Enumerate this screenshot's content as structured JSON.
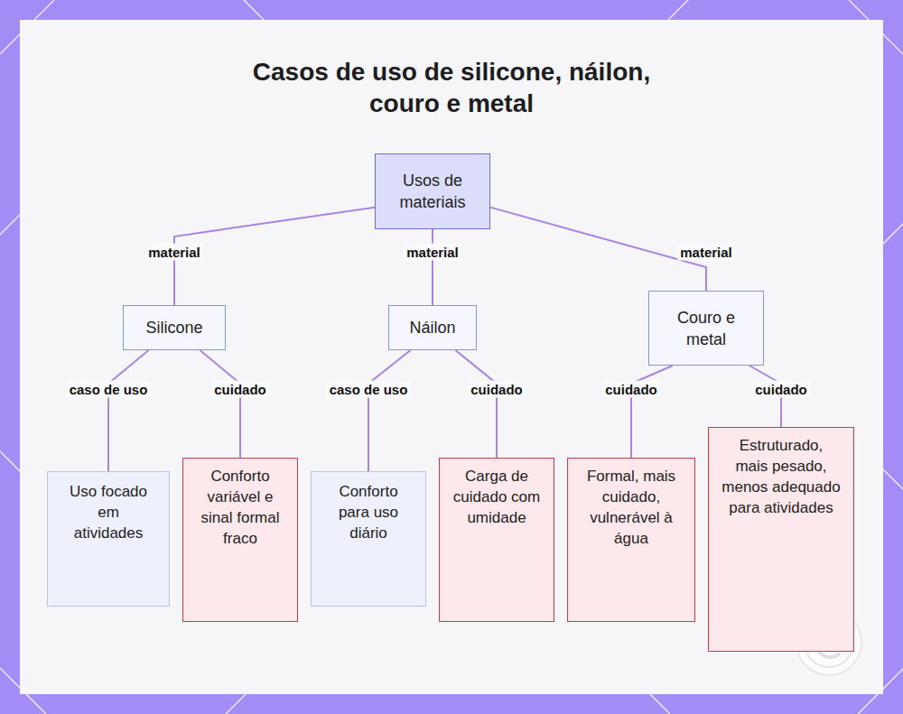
{
  "diagram": {
    "title": "Casos de uso de silicone, náilon, couro e metal",
    "nodes": [
      {
        "text": [
          "Usos de materiais"
        ]
      },
      {
        "text": [
          "Silicone"
        ]
      },
      {
        "text": [
          "Náilon"
        ]
      },
      {
        "text": [
          "Couro e metal"
        ]
      },
      {
        "text": [
          "Uso focado em atividades"
        ]
      },
      {
        "text": [
          "Conforto variável e sinal formal fraco"
        ]
      },
      {
        "text": [
          "Conforto para uso diário"
        ]
      },
      {
        "text": [
          "Carga de cuidado com umidade"
        ]
      },
      {
        "text": [
          "Formal, mais cuidado, vulnerável à água"
        ]
      },
      {
        "text": [
          "Estruturado, mais pesado, menos adequado para atividades"
        ]
      }
    ],
    "edges": [
      {
        "from": 0,
        "to": 1,
        "arrow": "none",
        "label": "material"
      },
      {
        "from": 0,
        "to": 2,
        "arrow": "none",
        "label": "material"
      },
      {
        "from": 0,
        "to": 3,
        "arrow": "none",
        "label": "material"
      },
      {
        "from": 1,
        "to": 4,
        "arrow": "none",
        "label": "caso de uso"
      },
      {
        "from": 1,
        "to": 5,
        "arrow": "none",
        "label": "cuidado"
      },
      {
        "from": 2,
        "to": 6,
        "arrow": "none",
        "label": "caso de uso"
      },
      {
        "from": 2,
        "to": 7,
        "arrow": "none",
        "label": "cuidado"
      },
      {
        "from": 3,
        "to": 8,
        "arrow": "none",
        "label": "cuidado"
      },
      {
        "from": 3,
        "to": 9,
        "arrow": "none",
        "label": "cuidado"
      }
    ]
  }
}
